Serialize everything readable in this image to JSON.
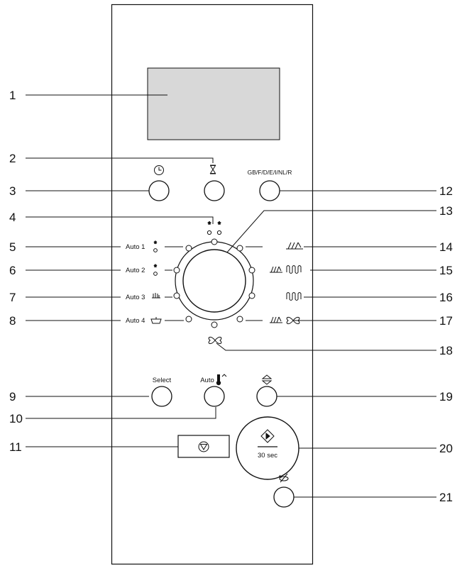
{
  "callouts": [
    "1",
    "2",
    "3",
    "4",
    "5",
    "6",
    "7",
    "8",
    "9",
    "10",
    "11",
    "12",
    "13",
    "14",
    "15",
    "16",
    "17",
    "18",
    "19",
    "20",
    "21"
  ],
  "labels": {
    "language": "GB/F/D/E/I/NL/R",
    "auto1": "Auto 1",
    "auto2": "Auto 2",
    "auto3": "Auto 3",
    "auto4": "Auto 4",
    "select": "Select",
    "auto_temp": "Auto",
    "start_time": "30 sec"
  },
  "icons": {
    "display": "display-window",
    "clock": "clock-icon",
    "timer": "hourglass-icon",
    "defrost_weight": "double-snowflake-drop-icon",
    "defrost": "snowflake-drop-icon",
    "meat": "roast-icon",
    "bowl": "bowl-icon",
    "fan": "fan-icon",
    "microwave": "microwave-waves-icon",
    "grill": "grill-element-icon",
    "stop": "stop-icon",
    "start": "start-diamond-icon",
    "up_down": "up-down-arrows-icon",
    "turntable": "turntable-icon",
    "thermometer": "thermometer-icon"
  },
  "colors": {
    "display_fill": "#d8d8d8",
    "line": "#111111",
    "background": "#ffffff"
  }
}
